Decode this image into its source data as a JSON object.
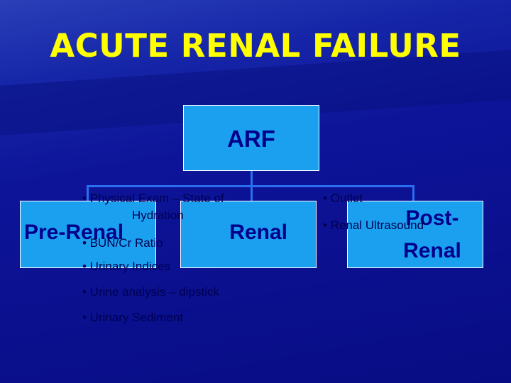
{
  "slide": {
    "title": "ACUTE RENAL FAILURE"
  },
  "diagram": {
    "root": "ARF",
    "children": {
      "pre": "Pre-Renal",
      "renal": "Renal",
      "post_line1": "Post-",
      "post_line2": "Renal"
    }
  },
  "pre_renal_bullets": [
    "• Physical Exam – State of",
    "Hydration",
    "• BUN/Cr Ratio",
    "• Urinary Indices",
    "• Urine analysis – dipstick",
    "• Urinary Sediment"
  ],
  "post_renal_bullets": [
    "• Outlet",
    "• Renal Ultrasound"
  ],
  "colors": {
    "title": "#ffff00",
    "box_fill": "#1aa0ee",
    "box_text": "#00008a",
    "background": "#0b0f8a",
    "connector": "#2a6ff0"
  }
}
